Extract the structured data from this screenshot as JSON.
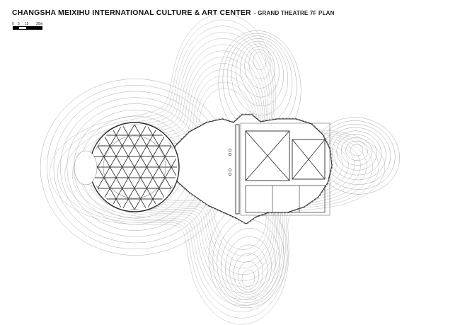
{
  "header": {
    "title_main": "CHANGSHA MEIXIHU INTERNATIONAL CULTURE & ART CENTER",
    "title_sub": "- GRAND THEATRE 7F PLAN"
  },
  "scale_bar": {
    "labels": [
      "0",
      "5",
      "15",
      "30m"
    ]
  },
  "colors": {
    "background": "#ffffff",
    "contour_light": "#bcbcbc",
    "contour_mid": "#a3a3a3",
    "line_dark": "#2b2b2b",
    "lattice": "#3a3a3a",
    "fringe": "#6a6a6a"
  }
}
